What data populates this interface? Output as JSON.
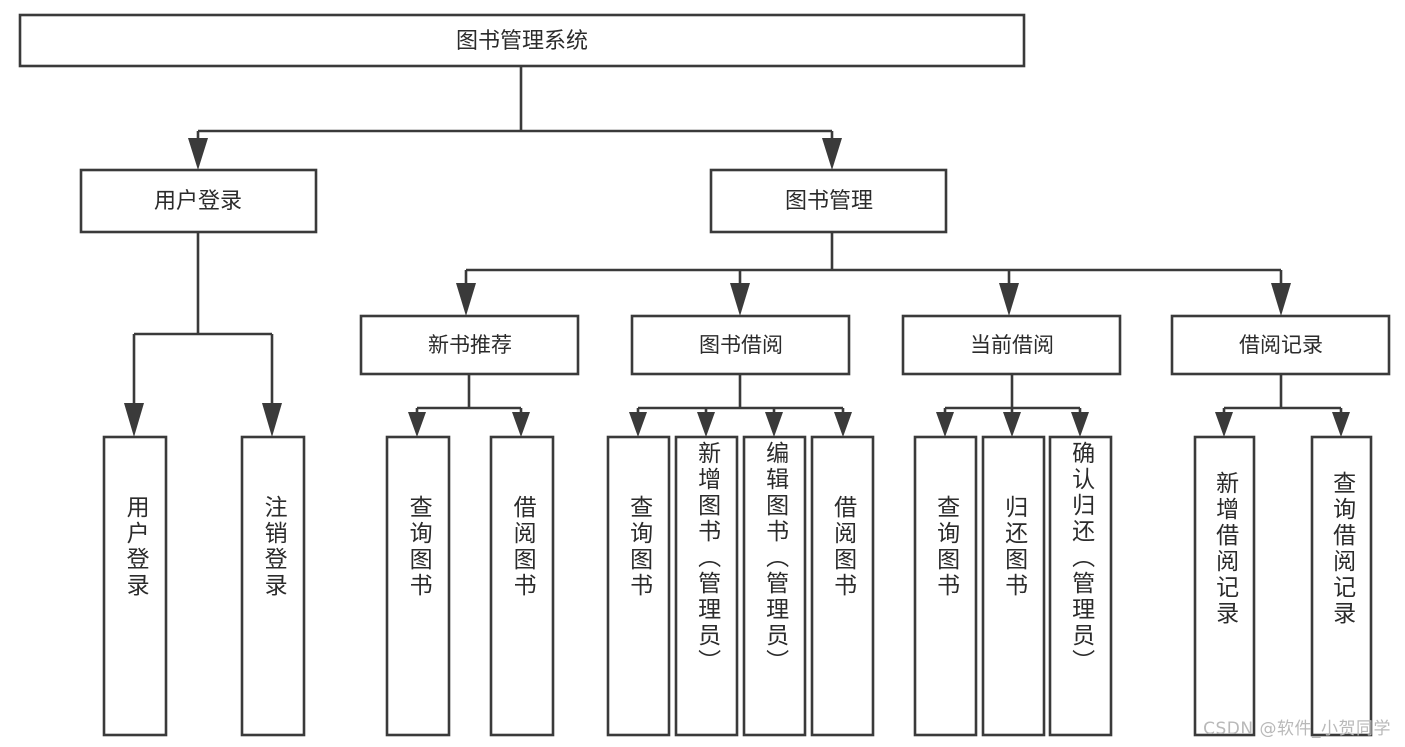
{
  "diagram": {
    "title": "图书管理系统",
    "type": "tree-hierarchy-chart",
    "watermark": "CSDN @软件_小贺同学",
    "colors": {
      "stroke": "#3a3a3a",
      "fill": "#ffffff",
      "text": "#2b2b2b",
      "watermark": "#b9b9b9"
    },
    "root": {
      "label": "图书管理系统",
      "orientation": "horizontal"
    },
    "level2": [
      {
        "label": "用户登录",
        "orientation": "horizontal"
      },
      {
        "label": "图书管理",
        "orientation": "horizontal"
      }
    ],
    "level3": [
      {
        "label": "新书推荐",
        "orientation": "horizontal"
      },
      {
        "label": "图书借阅",
        "orientation": "horizontal"
      },
      {
        "label": "当前借阅",
        "orientation": "horizontal"
      },
      {
        "label": "借阅记录",
        "orientation": "horizontal"
      }
    ],
    "leaves": {
      "user_login": [
        {
          "label": "用户登录",
          "orientation": "vertical"
        },
        {
          "label": "注销登录",
          "orientation": "vertical"
        }
      ],
      "new_book_recommend": [
        {
          "label": "查询图书",
          "orientation": "vertical"
        },
        {
          "label": "借阅图书",
          "orientation": "vertical"
        }
      ],
      "book_borrow": [
        {
          "label": "查询图书",
          "orientation": "vertical"
        },
        {
          "label": "新增图书（管理员）",
          "orientation": "vertical"
        },
        {
          "label": "编辑图书（管理员）",
          "orientation": "vertical"
        },
        {
          "label": "借阅图书",
          "orientation": "vertical"
        }
      ],
      "current_borrow": [
        {
          "label": "查询图书",
          "orientation": "vertical"
        },
        {
          "label": "归还图书",
          "orientation": "vertical"
        },
        {
          "label": "确认归还（管理员）",
          "orientation": "vertical"
        }
      ],
      "borrow_record": [
        {
          "label": "新增借阅记录",
          "orientation": "vertical"
        },
        {
          "label": "查询借阅记录",
          "orientation": "vertical"
        }
      ]
    }
  }
}
